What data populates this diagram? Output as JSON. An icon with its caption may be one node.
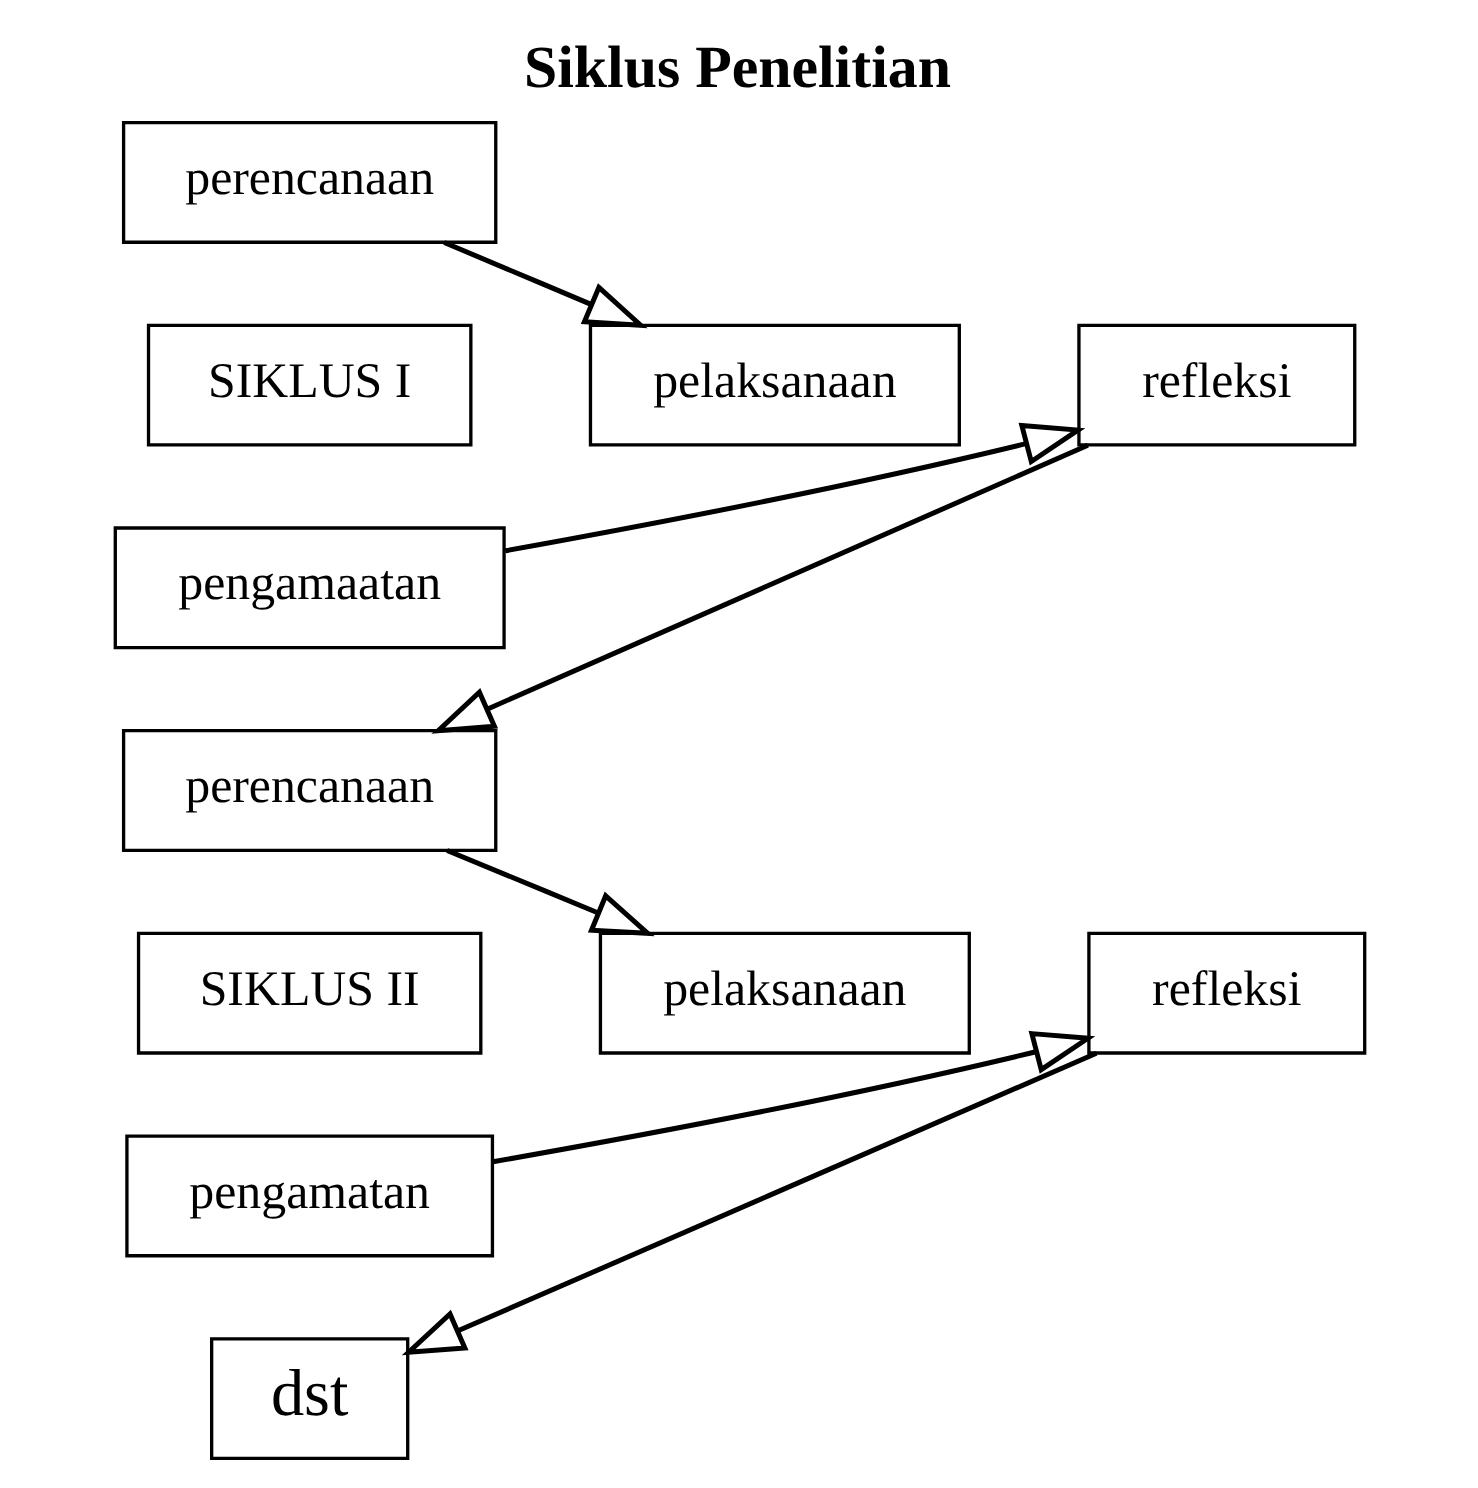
{
  "diagram": {
    "title": "Siklus Penelitian",
    "nodes": [
      {
        "text": [
          "perencanaan"
        ]
      },
      {
        "text": [
          "refleksi"
        ]
      },
      {
        "text": [
          "SIKLUS I"
        ]
      },
      {
        "text": [
          "pelaksanaan"
        ]
      },
      {
        "text": [
          "pengamaatan"
        ]
      },
      {
        "text": [
          "perencanaan"
        ]
      },
      {
        "text": [
          "refleksi"
        ]
      },
      {
        "text": [
          "SIKLUS II"
        ]
      },
      {
        "text": [
          "pelaksanaan"
        ]
      },
      {
        "text": [
          "pengamatan"
        ]
      },
      {
        "text": [
          "dst"
        ]
      }
    ],
    "edges": [
      {
        "from": 0,
        "to": 3,
        "arrow": "to"
      },
      {
        "from": 4,
        "to": 1,
        "arrow": "to"
      },
      {
        "from": 1,
        "to": 5,
        "arrow": "to"
      },
      {
        "from": 5,
        "to": 8,
        "arrow": "to"
      },
      {
        "from": 9,
        "to": 6,
        "arrow": "to"
      },
      {
        "from": 6,
        "to": 10,
        "arrow": "to"
      }
    ]
  }
}
